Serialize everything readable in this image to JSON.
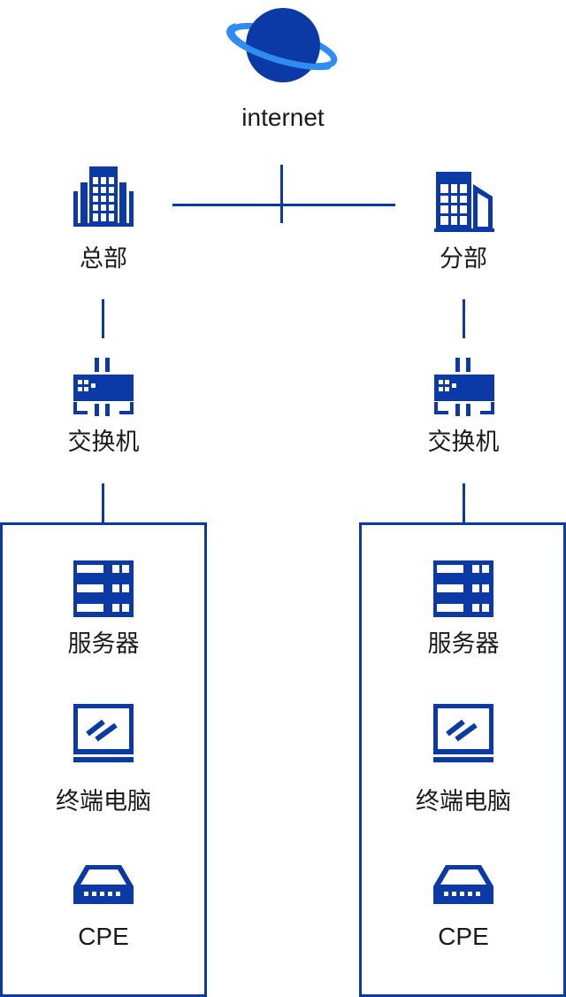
{
  "colors": {
    "primary": "#0b3aa6",
    "globe_ring": "#2f8cf0",
    "line": "#0b3aa6"
  },
  "internet": {
    "label": "internet",
    "icon": "globe-icon"
  },
  "headquarters": {
    "label": "总部",
    "icon": "office-building-icon",
    "switch": {
      "label": "交换机",
      "icon": "switch-icon"
    },
    "devices": [
      {
        "label": "服务器",
        "icon": "server-icon"
      },
      {
        "label": "终端电脑",
        "icon": "monitor-icon"
      },
      {
        "label": "CPE",
        "icon": "cpe-router-icon"
      }
    ]
  },
  "branch": {
    "label": "分部",
    "icon": "office-building-icon",
    "switch": {
      "label": "交换机",
      "icon": "switch-icon"
    },
    "devices": [
      {
        "label": "服务器",
        "icon": "server-icon"
      },
      {
        "label": "终端电脑",
        "icon": "monitor-icon"
      },
      {
        "label": "CPE",
        "icon": "cpe-router-icon"
      }
    ]
  }
}
